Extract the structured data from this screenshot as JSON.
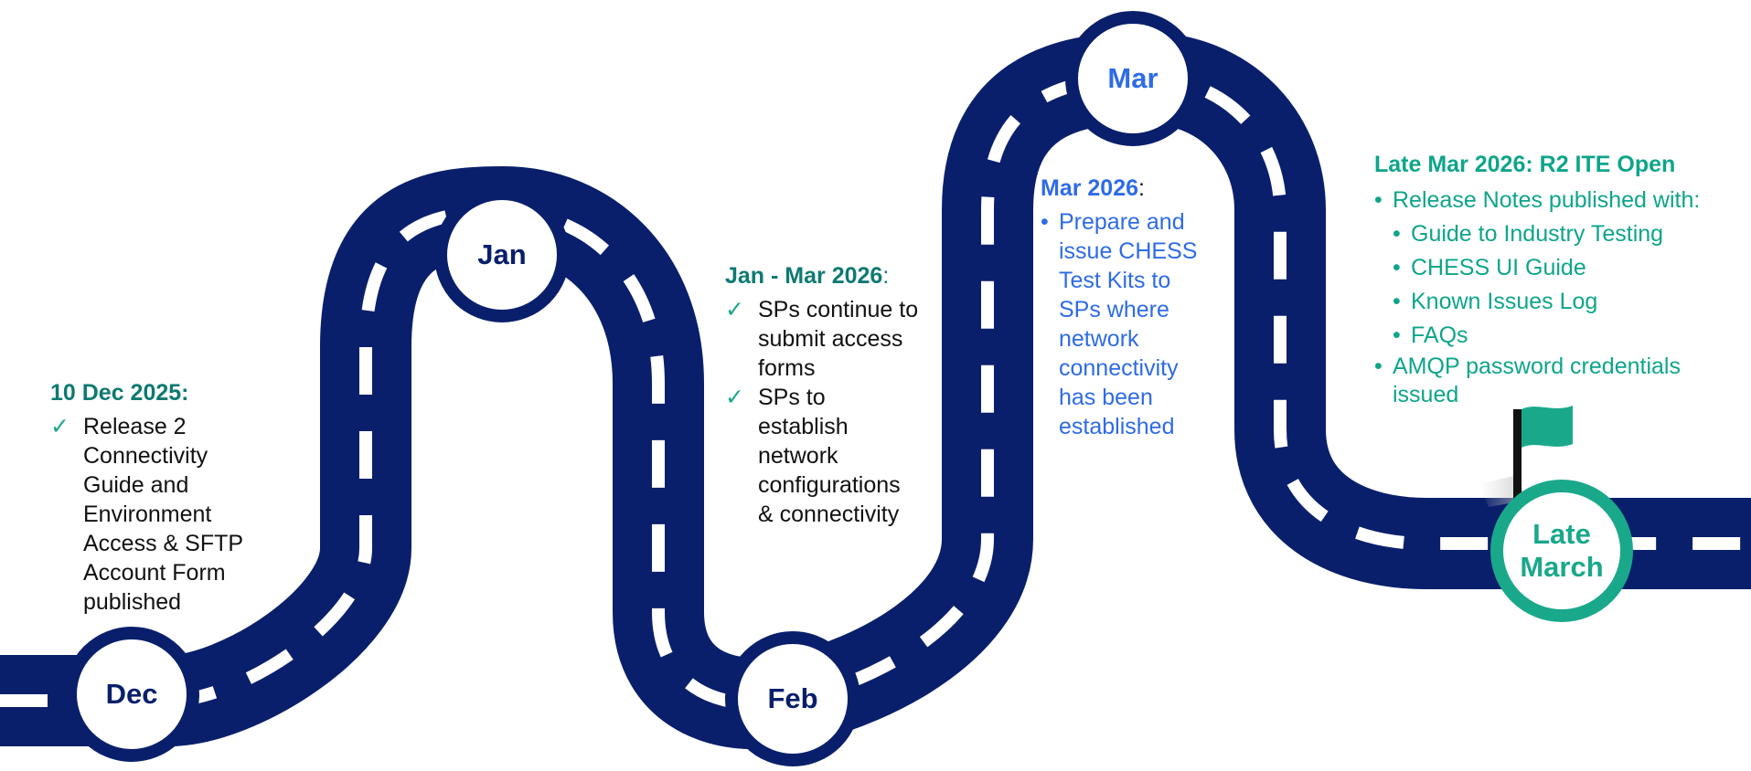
{
  "colors": {
    "road": "#0a1f6b",
    "dash": "#ffffff",
    "navy_text": "#0a1f6b",
    "blue_text": "#2e6be6",
    "teal_text": "#0e7a72",
    "green_text": "#0ea58a",
    "accent_teal": "#1aa88b"
  },
  "nodes": {
    "dec": "Dec",
    "jan": "Jan",
    "feb": "Feb",
    "mar": "Mar",
    "late_march": "Late\nMarch"
  },
  "milestones": {
    "dec": {
      "heading": "10 Dec 2025:",
      "items": [
        "Release 2 Connectivity Guide and Environment Access & SFTP Account Form published"
      ]
    },
    "jan_mar": {
      "heading_bold": "Jan - Mar 2026",
      "heading_suffix": ":",
      "items": [
        "SPs continue to submit access forms",
        "SPs to establish network configurations & connectivity"
      ]
    },
    "mar": {
      "heading_bold": "Mar 2026",
      "heading_suffix": ":",
      "items": [
        "Prepare and issue CHESS Test Kits to SPs where network connectivity has been established"
      ]
    },
    "late_mar": {
      "heading": "Late Mar 2026: R2 ITE Open",
      "items": [
        "Release Notes published with:",
        "AMQP password credentials issued"
      ],
      "sub_items": [
        "Guide to Industry Testing",
        "CHESS UI Guide",
        "Known Issues Log",
        "FAQs"
      ]
    }
  },
  "icons": {
    "flag": "flag-icon",
    "check": "checkmark-icon",
    "bullet": "bullet-icon"
  }
}
